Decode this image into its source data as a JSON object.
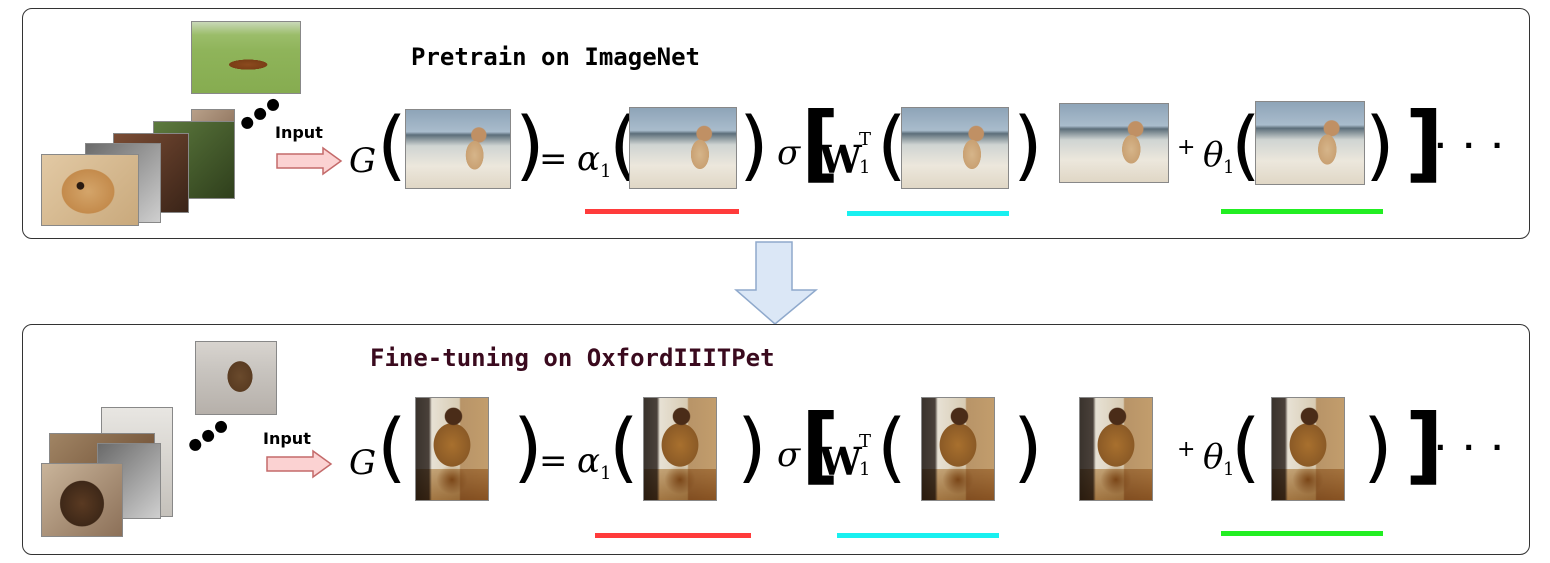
{
  "top_panel": {
    "title": "Pretrain on ImageNet",
    "input_label": "Input",
    "formula": {
      "G": "G",
      "equals": "=",
      "alpha": "α",
      "sub1": "1",
      "sigma": "σ",
      "W": "W",
      "supT": "T",
      "plus": "+",
      "theta": "θ",
      "ellipsis": "· · ·"
    }
  },
  "bottom_panel": {
    "title": "Fine-tuning on OxfordIIITPet",
    "input_label": "Input",
    "formula": {
      "G": "G",
      "equals": "=",
      "alpha": "α",
      "sub1": "1",
      "sigma": "σ",
      "W": "W",
      "supT": "T",
      "plus": "+",
      "theta": "θ",
      "ellipsis": "· · ·"
    }
  },
  "colors": {
    "alpha_bar": "#ff3b3b",
    "w_bar": "#19f0f0",
    "theta_bar": "#22ee22",
    "transfer_arrow_fill": "#dbe7f6",
    "transfer_arrow_stroke": "#8fa9cc",
    "input_arrow_fill": "#fbd2d2",
    "input_arrow_stroke": "#c46a6a",
    "bottom_title": "#3a0a1e"
  },
  "icons": {
    "transfer": "down-arrow-icon",
    "input": "right-arrow-icon",
    "more": "ellipsis-dots-icon"
  }
}
